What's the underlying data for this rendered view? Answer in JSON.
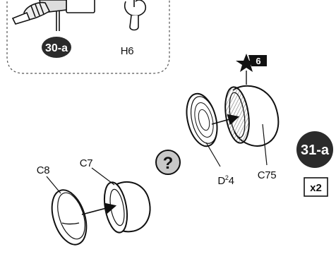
{
  "subassembly_panel": {
    "step_ref": "30-a",
    "part_label": "H6"
  },
  "star_badge": {
    "number": "6"
  },
  "step": {
    "label": "31-a",
    "multiplier": "x2"
  },
  "parts": {
    "c8": "C8",
    "c7": "C7",
    "d24_main": "D",
    "d24_sup": "2",
    "d24_tail": "4",
    "c75": "C75"
  },
  "help_symbol": "?",
  "colors": {
    "badge_fill": "#2b2b2b",
    "help_fill": "#c9c9c9",
    "line": "#111111"
  }
}
